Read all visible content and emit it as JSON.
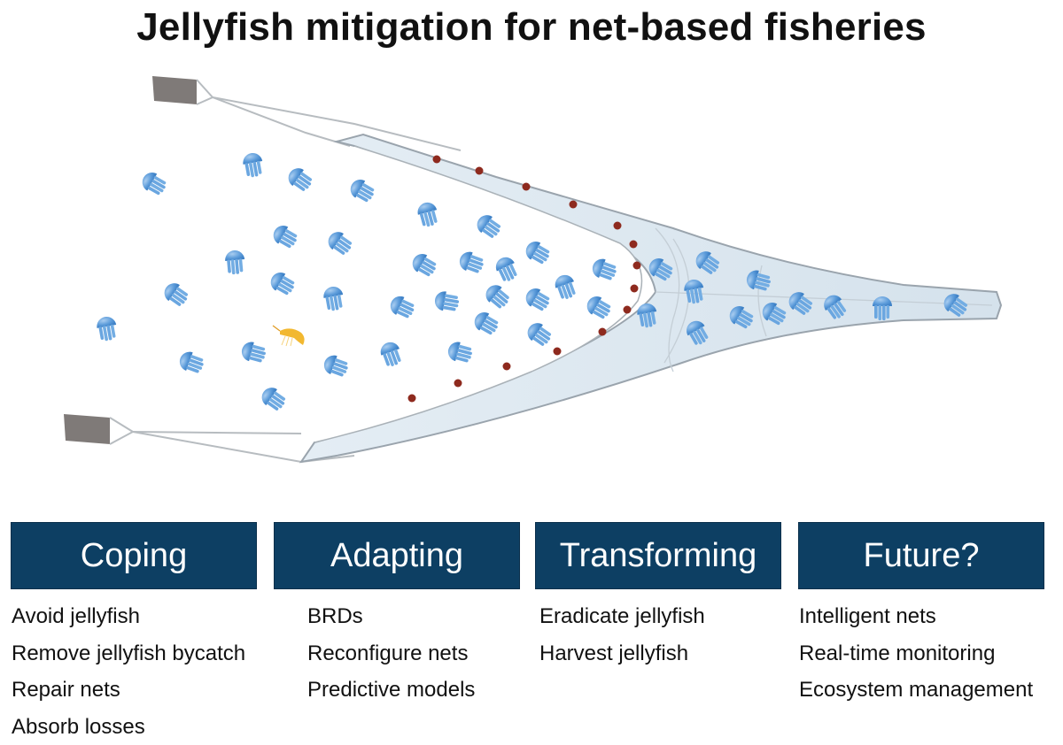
{
  "title": "Jellyfish mitigation for net-based fisheries",
  "illustration": {
    "description": "Trawl net with otter boards, floats line, jellyfish swarm entering net and concentrated in codend; one shrimp outside the net",
    "elements": [
      "otter-board-top",
      "otter-board-bottom",
      "trawl-net",
      "headline-floats",
      "jellyfish",
      "shrimp"
    ],
    "colors": {
      "net_fill": "#dde8f1",
      "net_stroke": "#9aa4ad",
      "float": "#8e2a1e",
      "jellyfish": "#5b9ad8",
      "otter_board": "#7f7a78",
      "shrimp": "#f2b830"
    }
  },
  "panels": [
    {
      "header": "Coping",
      "items": [
        "Avoid jellyfish",
        "Remove jellyfish bycatch",
        "Repair nets",
        "Absorb losses"
      ]
    },
    {
      "header": "Adapting",
      "items": [
        "BRDs",
        "Reconfigure nets",
        "Predictive models"
      ]
    },
    {
      "header": "Transforming",
      "items": [
        "Eradicate jellyfish",
        "Harvest jellyfish"
      ]
    },
    {
      "header": "Future?",
      "items": [
        "Intelligent nets",
        "Real-time monitoring",
        "Ecosystem management"
      ]
    }
  ],
  "colors": {
    "header_bg": "#0d3f63",
    "header_text": "#ffffff"
  }
}
